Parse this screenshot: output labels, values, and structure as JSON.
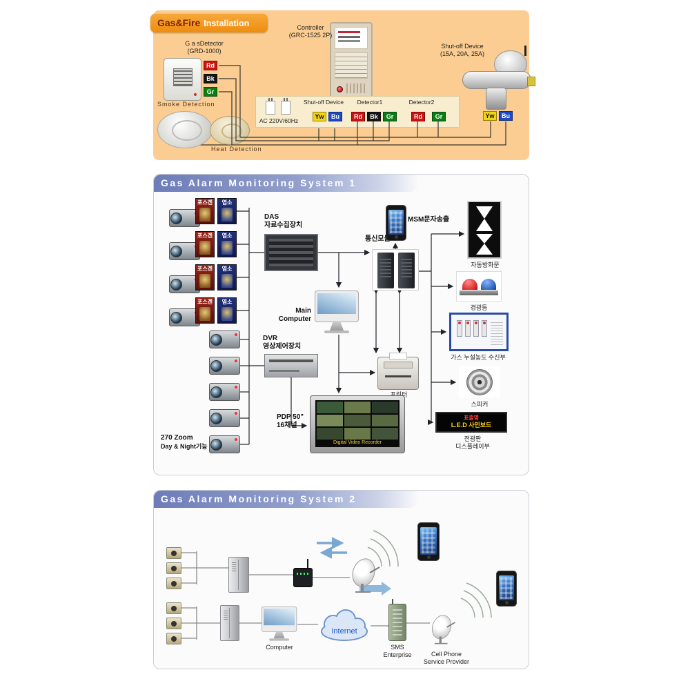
{
  "panel1": {
    "badge": {
      "brand": "Gas&Fire",
      "rest": "Installation"
    },
    "gas_detector": {
      "line1": "G a sDetector",
      "line2": "(GRD-1000)"
    },
    "controller": {
      "line1": "Controller",
      "line2": "(GRC-1525 2P)"
    },
    "shutoff": {
      "line1": "Shut-off Device",
      "line2": "(15A, 20A, 25A)"
    },
    "smoke_detection": "Smoke Detection",
    "heat_detection": "Heat Detection",
    "ac": "AC 220V/60Hz",
    "terminal": {
      "shutoff": "Shut-off Device",
      "det1": "Detector1",
      "det2": "Detector2"
    },
    "chips": {
      "rd": "Rd",
      "bk": "Bk",
      "gr": "Gr",
      "yw": "Yw",
      "bu": "Bu"
    }
  },
  "panel2": {
    "title": "Gas Alarm Monitoring System 1",
    "labels": {
      "phosgene": "포스겐",
      "chlorine": "염소",
      "das1": "DAS",
      "das2": "자료수집장치",
      "main1": "Main",
      "main2": "Computer",
      "dvr1": "DVR",
      "dvr2": "영상제어장치",
      "comm": "통신모듈",
      "msm": "MSM문자송출",
      "firedoor": "자동방화문",
      "beacon": "경광등",
      "receiver": "가스 누설농도 수신부",
      "speaker": "스피커",
      "led1": "전광판",
      "led2": "디스플레이부",
      "printer": "프린터",
      "pdp1": "PDP 50\"",
      "pdp2": "16채널",
      "zoom1": "270 Zoom",
      "zoom2": "Day & Night기능",
      "sign1": "표출명",
      "sign2": "L.E.D 사인보드",
      "pdp_caption": "Digital Video Recorder"
    }
  },
  "panel3": {
    "title": "Gas Alarm Monitoring System 2",
    "labels": {
      "computer": "Computer",
      "sms1": "SMS",
      "sms2": "Enterprise",
      "cell1": "Cell Phone",
      "cell2": "Service Provider",
      "internet": "Internet"
    }
  },
  "colors": {
    "panel1_bg": "#fbcd92",
    "badge_orange": "#f29a2e",
    "header_blue": "#7d8ac1",
    "chip_rd": "#cc1212",
    "chip_bk": "#151515",
    "chip_gr": "#0b7d14",
    "chip_yw": "#f2d410",
    "chip_bu": "#1c49c8",
    "led_red": "#ff4040",
    "led_yellow": "#ffd400"
  }
}
